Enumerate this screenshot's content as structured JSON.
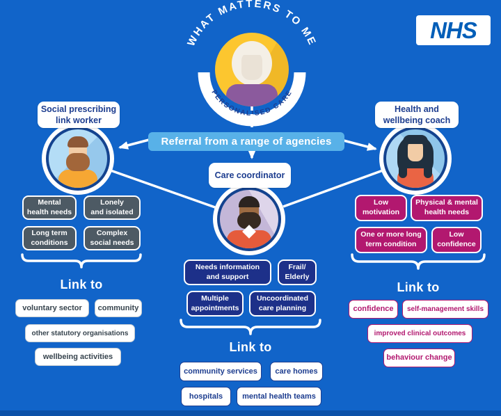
{
  "header": {
    "nhs_logo": "NHS"
  },
  "emblem": {
    "top_arc": "WHAT MATTERS TO ME",
    "bottom_arc": "PERSONALISED CARE"
  },
  "banner": "Referral from a range of agencies",
  "columns": {
    "left": {
      "role": "Social prescribing\nlink worker",
      "needs": [
        "Mental\nhealth needs",
        "Lonely\nand isolated",
        "Long term\nconditions",
        "Complex\nsocial needs"
      ],
      "link_header": "Link to",
      "links": [
        "voluntary sector",
        "community",
        "other statutory organisations",
        "wellbeing activities"
      ]
    },
    "center": {
      "role": "Care coordinator",
      "needs": [
        "Needs information\nand support",
        "Frail/\nElderly",
        "Multiple\nappointments",
        "Uncoordinated\ncare planning"
      ],
      "link_header": "Link to",
      "links": [
        "community services",
        "care homes",
        "hospitals",
        "mental health teams"
      ]
    },
    "right": {
      "role": "Health and\nwellbeing coach",
      "needs": [
        "Low\nmotivation",
        "Physical & mental\nhealth needs",
        "One or more long\nterm condition",
        "Low\nconfidence"
      ],
      "link_header": "Link to",
      "links": [
        "confidence",
        "self-management skills",
        "improved clinical outcomes",
        "behaviour change"
      ]
    }
  },
  "colors": {
    "background": "#1164c9",
    "banner": "#58b1e8",
    "need_left": "#4d5a64",
    "need_center": "#1d3089",
    "need_right": "#b2186f",
    "nhs_blue": "#005eb8",
    "label_text": "#1d3d8f"
  }
}
